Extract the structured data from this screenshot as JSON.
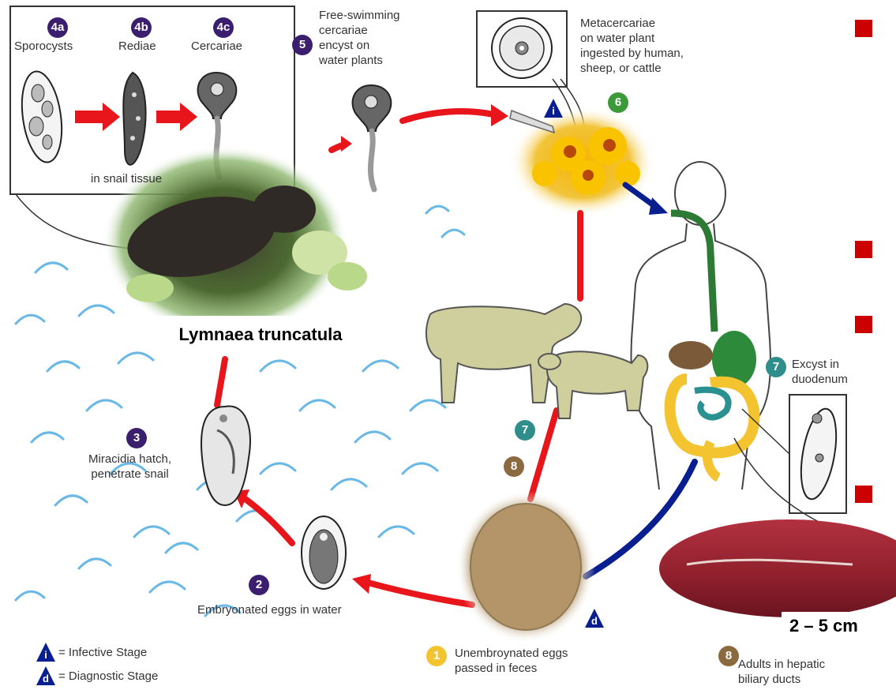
{
  "stages": {
    "s4a": {
      "badge": "4a",
      "label": "Sporocysts"
    },
    "s4b": {
      "badge": "4b",
      "label": "Rediae"
    },
    "s4c": {
      "badge": "4c",
      "label": "Cercariae"
    },
    "in_snail": "in snail tissue",
    "s5": {
      "badge": "5",
      "line1": "Free-swimming",
      "line2": "cercariae",
      "line3": "encyst on",
      "line4": "water plants"
    },
    "s6": {
      "badge": "6",
      "line1": "Metacercariae",
      "line2": "on water plant",
      "line3": "ingested by human,",
      "line4": "sheep, or cattle"
    },
    "s7_human": {
      "badge": "7",
      "line1": "Excyst in",
      "line2": "duodenum"
    },
    "s7_animal": {
      "badge": "7"
    },
    "s8_animal": {
      "badge": "8"
    },
    "s8": {
      "badge": "8",
      "line1": "Adults in hepatic",
      "line2": "biliary ducts"
    },
    "s3": {
      "badge": "3",
      "line1": "Miracidia hatch,",
      "line2": "penetrate snail"
    },
    "s2": {
      "badge": "2",
      "line1": "Embryonated eggs in water"
    },
    "s1": {
      "badge": "1",
      "line1": "Unembroynated eggs",
      "line2": "passed in feces"
    }
  },
  "snail_label": "Lymnaea truncatula",
  "size_label": "2 – 5 cm",
  "infective_marker": "i",
  "diagnostic_marker": "d",
  "legend": {
    "infective": {
      "symbol": "i",
      "text": "= Infective Stage"
    },
    "diagnostic": {
      "symbol": "d",
      "text": "= Diagnostic Stage"
    }
  },
  "colors": {
    "arrow_red": "#e8161b",
    "arrow_blue": "#0a1f8f",
    "badge_purple": "#3b1e6e",
    "badge_green": "#3d9a3a",
    "badge_teal": "#2f8e8c",
    "badge_brown": "#8a6a3e",
    "badge_yellow": "#f4c430",
    "slide_bullet": "#cc0000"
  }
}
